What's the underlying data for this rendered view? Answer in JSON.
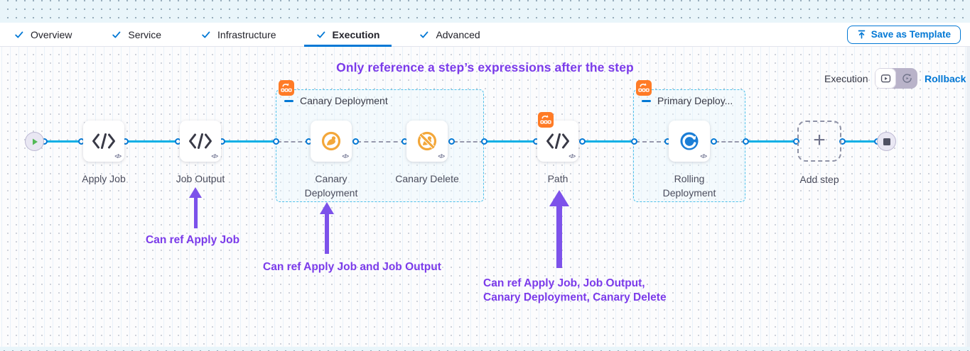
{
  "tabs": {
    "items": [
      {
        "label": "Overview",
        "checked": true,
        "active": false
      },
      {
        "label": "Service",
        "checked": true,
        "active": false
      },
      {
        "label": "Infrastructure",
        "checked": true,
        "active": false
      },
      {
        "label": "Execution",
        "checked": true,
        "active": true
      },
      {
        "label": "Advanced",
        "checked": true,
        "active": false
      }
    ]
  },
  "toolbar": {
    "save_as_template_label": "Save as Template"
  },
  "canvas": {
    "annotation_title": "Only reference a step’s expressions after the step",
    "mode_switcher": {
      "execution_label": "Execution",
      "rollback_label": "Rollback"
    },
    "pipeline": {
      "steps": {
        "apply_job": "Apply Job",
        "job_output": "Job Output",
        "canary_deployment": "Canary Deployment",
        "canary_delete": "Canary Delete",
        "path": "Path",
        "rolling_deployment": "Rolling Deployment",
        "add_step": "Add step"
      },
      "groups": {
        "canary": "Canary Deployment",
        "primary": "Primary Deploy..."
      }
    },
    "annotations": {
      "ref_apply_job": "Can ref Apply Job",
      "ref_apply_job_output": "Can ref Apply Job and Job Output",
      "ref_all_line1": "Can ref Apply Job, Job Output,",
      "ref_all_line2": "Canary Deployment, Canary Delete"
    },
    "icons": {
      "code_small": "</>"
    }
  },
  "colors": {
    "primary_blue": "#0278d5",
    "line_cyan": "#0cb0e6",
    "annotation_purple": "#7b3bea",
    "arrow_purple": "#7d52ea",
    "badge_orange": "#ff7b26",
    "canary_orange": "#f3a73a",
    "rolling_blue": "#1b7ed6",
    "node_label_gray": "#4a4c5c"
  }
}
